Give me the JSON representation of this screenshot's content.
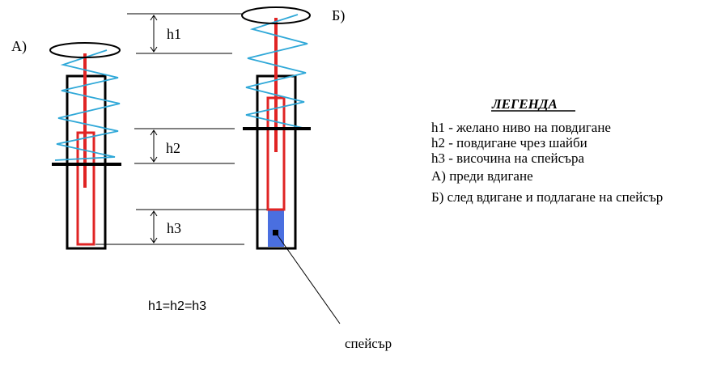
{
  "labels": {
    "state_a": "А)",
    "state_b": "Б)",
    "h1": "h1",
    "h2": "h2",
    "h3": "h3",
    "equation": "h1=h2=h3",
    "spacer": "спейсър"
  },
  "legend": {
    "title": "ЛЕГЕНДА",
    "items": [
      "h1 - желано ниво на повдигане",
      "h2 - повдигане чрез шайби",
      "h3 - височина на спейсъра",
      "А) преди вдигане",
      "Б) след вдигане и подлагане на спейсър"
    ]
  },
  "colors": {
    "outline": "#000000",
    "rod": "#e02424",
    "spring": "#2fa8d8",
    "spacer": "#4a6fe0"
  }
}
